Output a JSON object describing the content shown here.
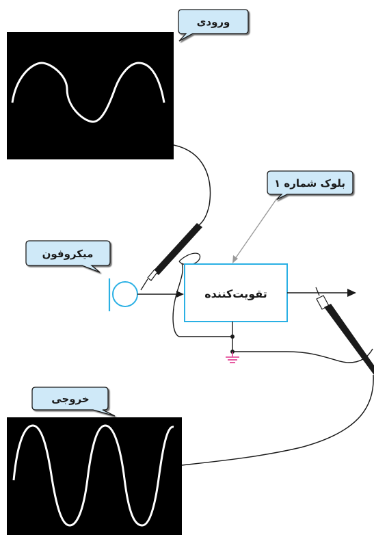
{
  "labels": {
    "input": "ورودی",
    "block": "بلوک شماره ۱",
    "microphone": "میکروفون",
    "amplifier": "تقویت‌کننده",
    "output": "خروجی"
  },
  "colors": {
    "screen": "#000000",
    "wave": "#ffffff",
    "callout_fill": "#cfe9f8",
    "callout_stroke": "#1a1a1a",
    "box_stroke": "#2ab0e4",
    "mic": "#2ab0e4",
    "wire": "#1a1a1a",
    "pointer": "#9a9a9a",
    "ground": "#e0308a"
  },
  "icons": {
    "microphone": "microphone-icon",
    "ground": "ground-icon",
    "probe": "probe-icon",
    "arrow": "arrow-icon"
  }
}
